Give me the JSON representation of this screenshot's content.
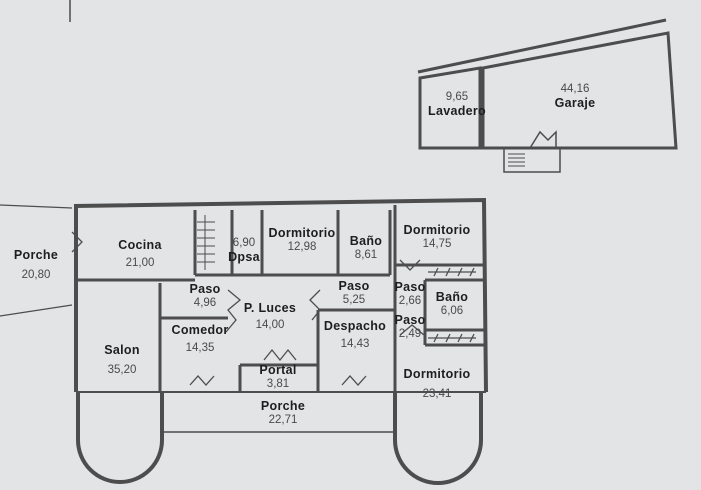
{
  "rooms": {
    "porche_left": {
      "name": "Porche",
      "area": "20,80"
    },
    "cocina": {
      "name": "Cocina",
      "area": "21,00"
    },
    "dpsa": {
      "name": "Dpsa",
      "area": "6,90"
    },
    "dormitorio1": {
      "name": "Dormitorio",
      "area": "12,98"
    },
    "bano1": {
      "name": "Baño",
      "area": "8,61"
    },
    "dormitorio2": {
      "name": "Dormitorio",
      "area": "14,75"
    },
    "paso1": {
      "name": "Paso",
      "area": "4,96"
    },
    "p_luces": {
      "name": "P. Luces",
      "area": "14,00"
    },
    "paso2": {
      "name": "Paso",
      "area": "5,25"
    },
    "paso3": {
      "name": "Paso",
      "area": "2,66"
    },
    "bano2": {
      "name": "Baño",
      "area": "6,06"
    },
    "paso4": {
      "name": "Paso",
      "area": "2,49"
    },
    "salon": {
      "name": "Salon",
      "area": "35,20"
    },
    "comedor": {
      "name": "Comedor",
      "area": "14,35"
    },
    "despacho": {
      "name": "Despacho",
      "area": "14,43"
    },
    "portal": {
      "name": "Portal",
      "area": "3,81"
    },
    "dormitorio3": {
      "name": "Dormitorio",
      "area": "23,41"
    },
    "porche_front": {
      "name": "Porche",
      "area": "22,71"
    },
    "lavadero": {
      "name": "Lavadero",
      "area": "9,65"
    },
    "garaje": {
      "name": "Garaje",
      "area": "44,16"
    }
  },
  "colors": {
    "wall": "#4d4d4d",
    "paper": "#e2e4e6"
  }
}
